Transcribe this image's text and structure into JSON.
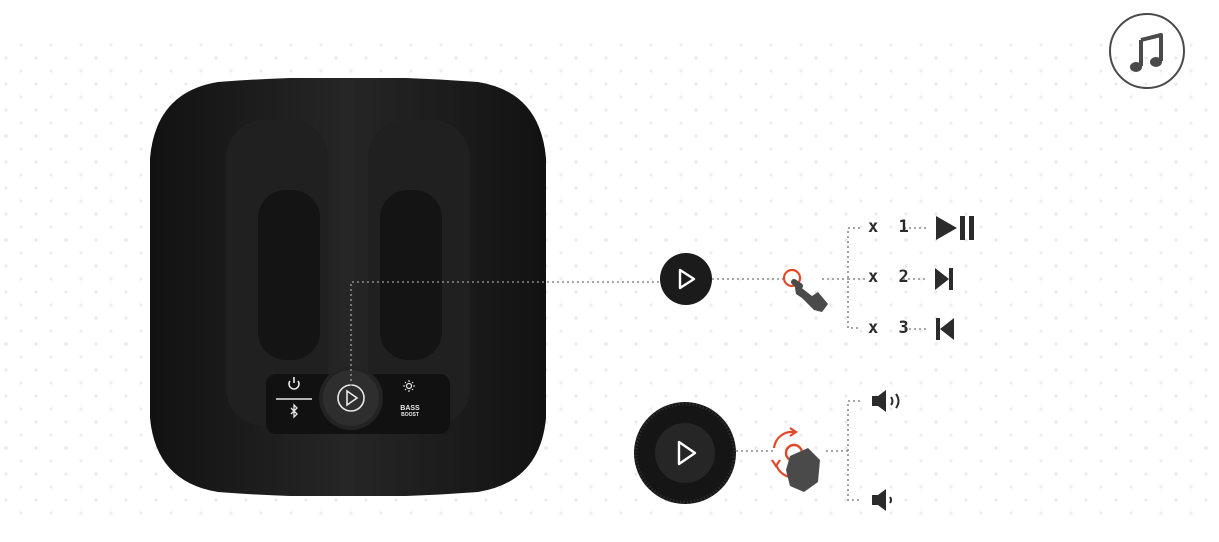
{
  "speaker": {
    "controls": {
      "power": "power-icon",
      "bluetooth": "bluetooth-icon",
      "play": "play-icon",
      "light": "light-icon",
      "bass_boost_line1": "BASS",
      "bass_boost_line2": "BOOST"
    }
  },
  "top_right_icon": "music-note-icon",
  "press_actions": [
    {
      "label": "x 1",
      "icon": "play-pause-icon"
    },
    {
      "label": "x 2",
      "icon": "next-track-icon"
    },
    {
      "label": "x 3",
      "icon": "previous-track-icon"
    }
  ],
  "rotate_actions": [
    {
      "icon": "volume-up-icon"
    },
    {
      "icon": "volume-down-icon"
    }
  ],
  "colors": {
    "speaker_body": "#1c1c1c",
    "accent_red": "#e04a2a",
    "dotted_line": "#8a8a8a",
    "icon_dark": "#2b2b2b"
  }
}
